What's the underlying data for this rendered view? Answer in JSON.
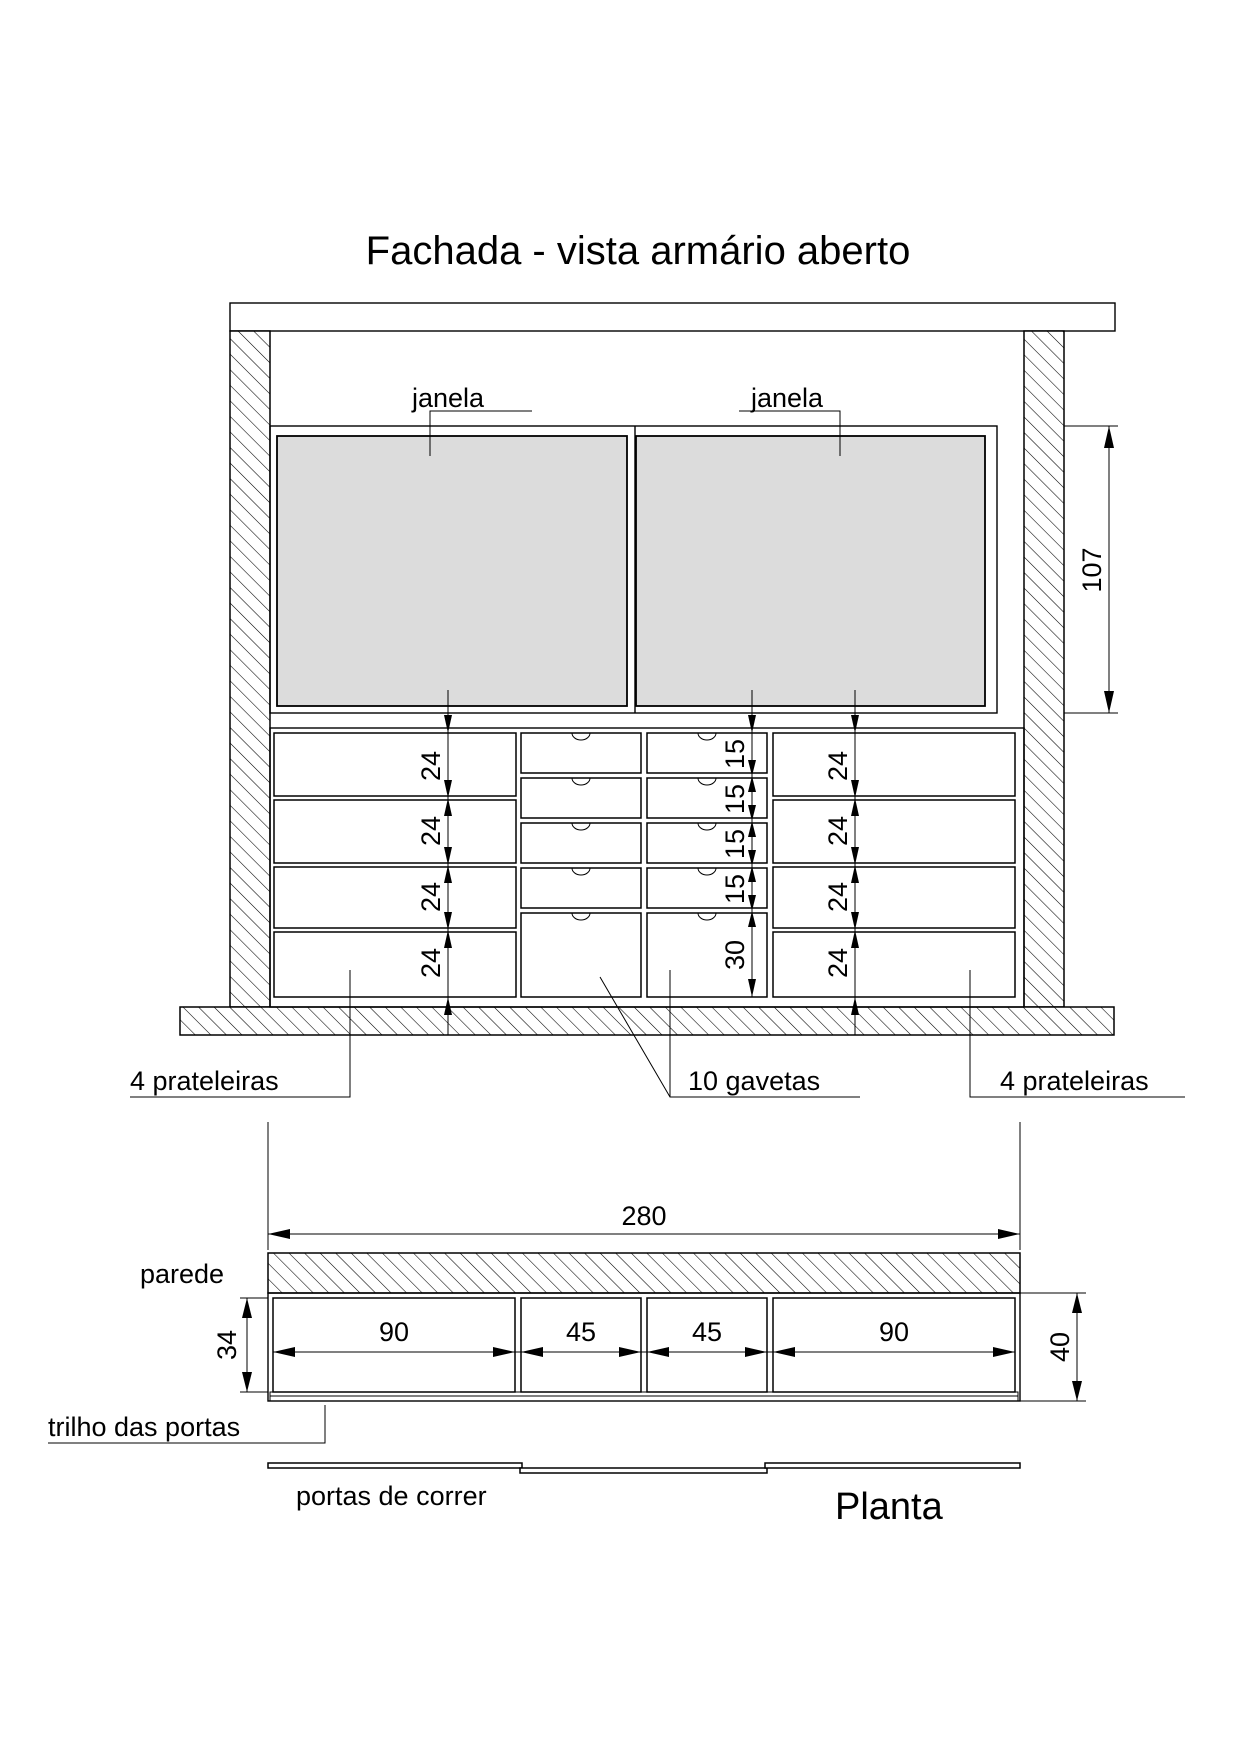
{
  "elevation": {
    "title": "Fachada - vista armário aberto",
    "window_label_left": "janela",
    "window_label_right": "janela",
    "window_height": "107",
    "shelf_heights_left": [
      "24",
      "24",
      "24",
      "24"
    ],
    "shelf_heights_right": [
      "24",
      "24",
      "24",
      "24"
    ],
    "drawer_heights_small": [
      "15",
      "15",
      "15",
      "15"
    ],
    "drawer_height_large": "30",
    "label_shelves_left": "4 prateleiras",
    "label_drawers": "10 gavetas",
    "label_shelves_right": "4 prateleiras"
  },
  "plan": {
    "title": "Planta",
    "total_width": "280",
    "wall_label": "parede",
    "inner_depth": "34",
    "outer_depth": "40",
    "module_widths": [
      "90",
      "45",
      "45",
      "90"
    ],
    "rail_label": "trilho das portas",
    "doors_label": "portas de correr"
  }
}
